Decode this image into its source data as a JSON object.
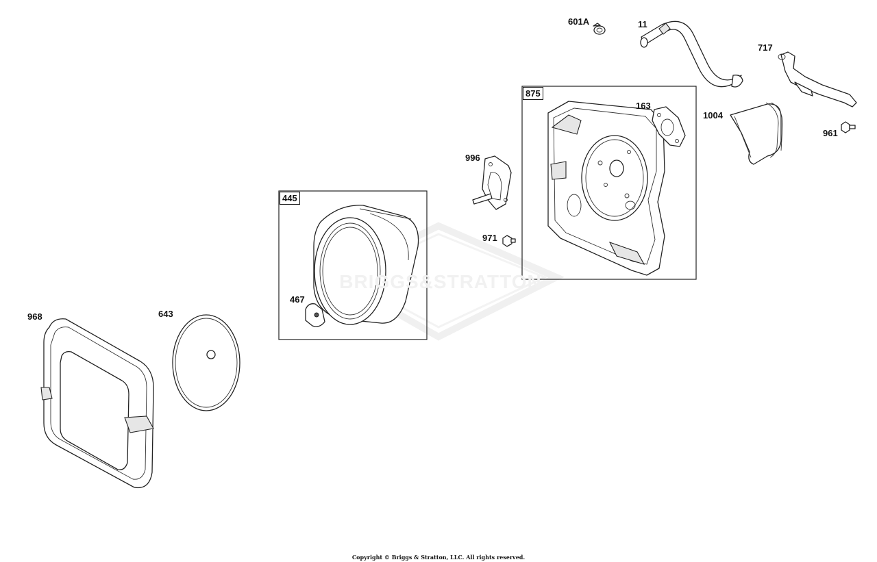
{
  "watermark": {
    "logo_text": "BRIGGS&STRATTON"
  },
  "copyright": "Copyright © Briggs & Stratton, LLC. All rights reserved.",
  "callouts": {
    "p601A": "601A",
    "p11": "11",
    "p717": "717",
    "p875": "875",
    "p163": "163",
    "p1004": "1004",
    "p961": "961",
    "p996": "996",
    "p971": "971",
    "p445": "445",
    "p467": "467",
    "p968": "968",
    "p643": "643"
  },
  "colors": {
    "line": "#222222",
    "fill": "#ffffff",
    "watermark": "#eeeeee"
  }
}
